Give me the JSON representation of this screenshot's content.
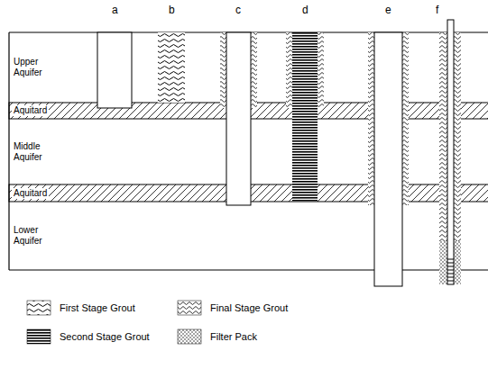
{
  "diagram": {
    "nodes": [
      {
        "text": [
          "Upper Aquifer"
        ]
      },
      {
        "text": [
          "Aquitard"
        ]
      },
      {
        "text": [
          "Middle Aquifer"
        ]
      },
      {
        "text": [
          "Aquitard"
        ]
      },
      {
        "text": [
          "Lower Aquifer"
        ]
      }
    ],
    "labels": [
      "a",
      "b",
      "c",
      "d",
      "e",
      "f"
    ],
    "legend": [
      {
        "text": "First Stage Grout"
      },
      {
        "text": "Final Stage Grout"
      },
      {
        "text": "Second Stage Grout"
      },
      {
        "text": "Filter Pack"
      }
    ]
  }
}
